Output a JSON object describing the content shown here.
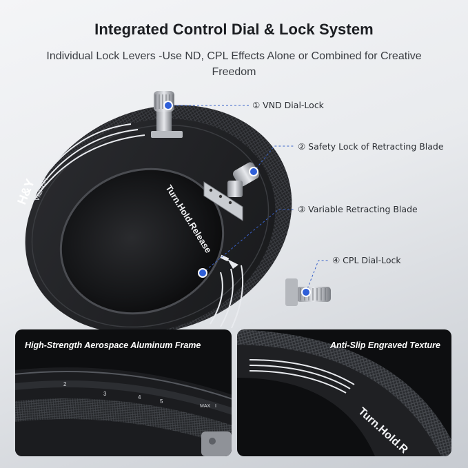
{
  "header": {
    "title": "Integrated Control Dial & Lock System",
    "subtitle": "Individual Lock Levers -Use ND, CPL Effects Alone or Combined for Creative Freedom"
  },
  "ring": {
    "brand": "H&Y",
    "model": "VND+CPL",
    "engraving": "Turn.Hold.Release"
  },
  "callouts": [
    {
      "label": "① VND Dial-Lock"
    },
    {
      "label": "② Safety Lock of Retracting Blade"
    },
    {
      "label": "③ Variable Retracting Blade"
    },
    {
      "label": "④ CPL Dial-Lock"
    }
  ],
  "panels": {
    "left": {
      "title": "High-Strength Aerospace Aluminum Frame",
      "scale": [
        "2",
        "3",
        "4",
        "5",
        "MAX",
        "I"
      ]
    },
    "right": {
      "title": "Anti-Slip Engraved Texture",
      "engraving": "Turn.Hold.R"
    }
  },
  "colors": {
    "marker": "#2f5fd8",
    "leader": "#3a63c9",
    "ring": "#1e1f22",
    "panel_bg": "#0d0e10"
  }
}
